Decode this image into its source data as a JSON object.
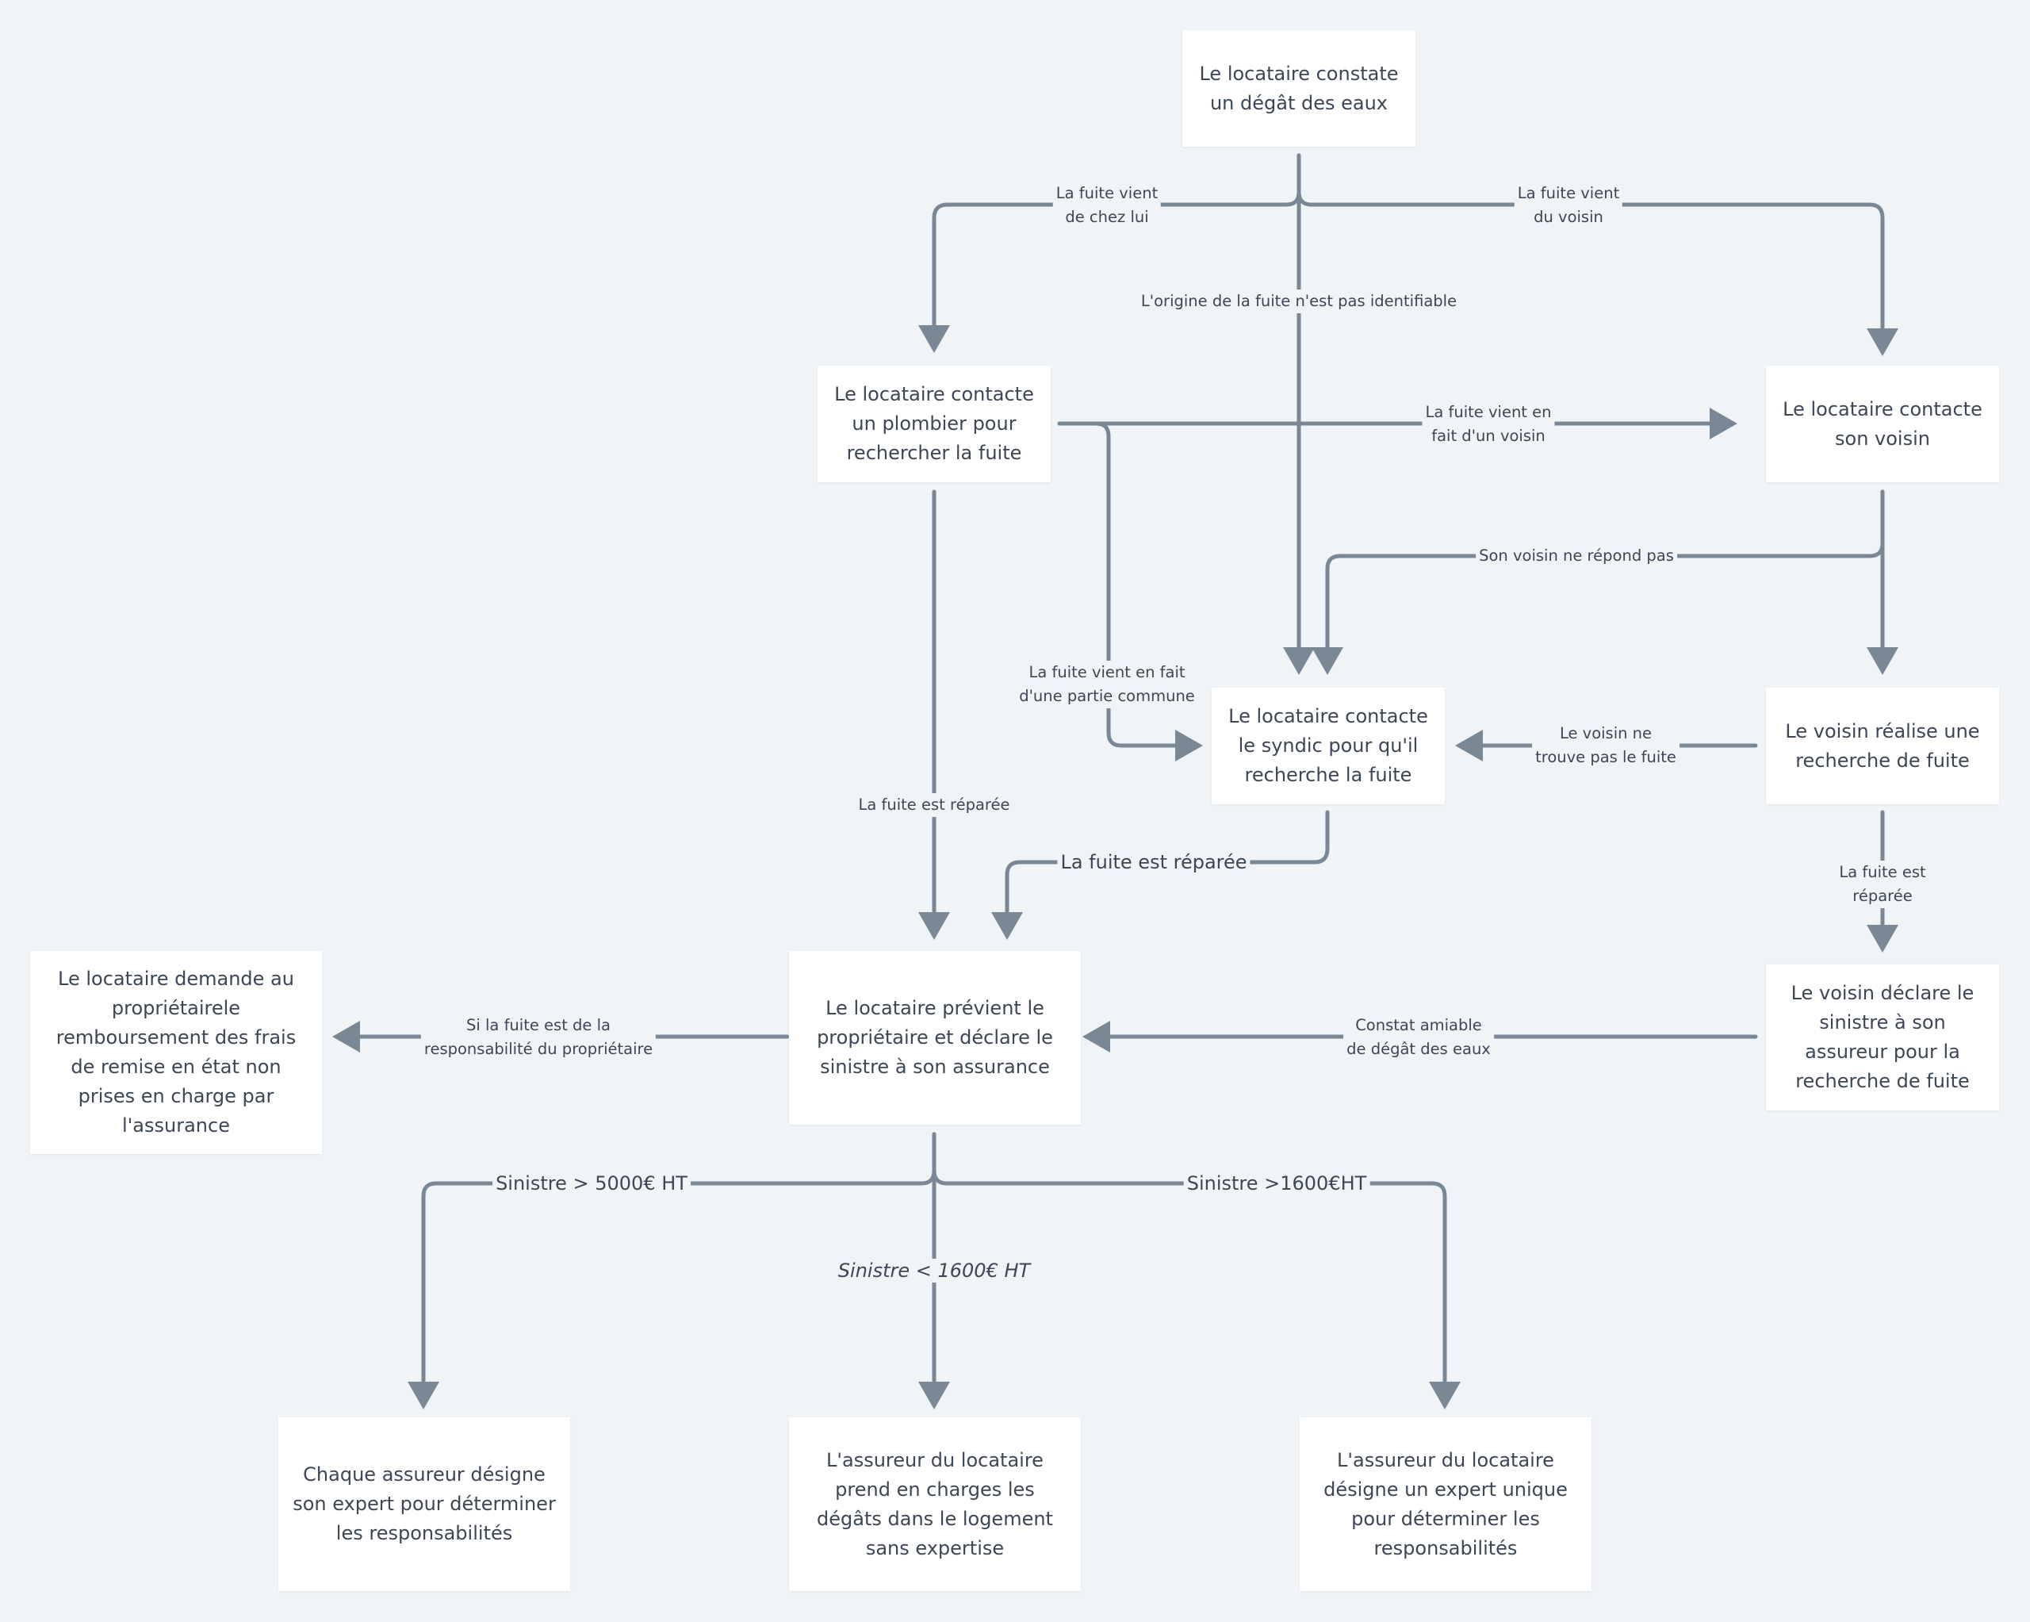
{
  "colors": {
    "background": "#f0f4f7",
    "node": "#ffffff",
    "connector": "#7a8896",
    "text": "#3c4654"
  },
  "nodes": {
    "start": "Le locataire constate\nun dégât des eaux",
    "plombier": "Le locataire contacte\nun plombier pour\nrechercher la fuite",
    "voisin": "Le locataire contacte\nson voisin",
    "syndic": "Le locataire contacte\nle syndic pour qu'il\nrecherche la fuite",
    "voisin_recherche": "Le voisin réalise une\nrecherche de fuite",
    "previent": "Le locataire prévient le\npropriétaire et déclare le\nsinistre à son assurance",
    "rembours": "Le locataire demande au\npropriétairele\nremboursement des frais\nde remise en état non\nprises en charge par\nl'assurance",
    "voisin_declare": "Le voisin déclare le\nsinistre à son\nassureur pour la\nrecherche de fuite",
    "expert_chaque": "Chaque assureur désigne\nson expert pour déterminer\nles responsabilités",
    "sans_expertise": "L'assureur du locataire\nprend en charges les\ndégâts dans le logement\nsans expertise",
    "expert_unique": "L'assureur du locataire\ndésigne un expert unique\npour déterminer les\nresponsabilités"
  },
  "edges": {
    "chez_lui": "La fuite vient\nde chez lui",
    "du_voisin": "La fuite vient\ndu voisin",
    "origine": "L'origine de la fuite n'est pas identifiable",
    "fait_voisin": "La fuite vient en\nfait d'un voisin",
    "ne_repond": "Son voisin ne répond pas",
    "partie_commune": "La fuite vient en fait\nd'une partie commune",
    "ne_trouve": "Le voisin ne\ntrouve pas le fuite",
    "reparee_plombier": "La fuite est réparée",
    "reparee_syndic": "La fuite est réparée",
    "reparee_voisin": "La fuite est réparée",
    "constat": "Constat amiable\nde dégât des eaux",
    "proprietaire": "Si la fuite est de la\nresponsabilité du propriétaire",
    "s5000": "Sinistre > 5000€ HT",
    "s1600lt": "Sinistre < 1600€ HT",
    "s1600gt": "Sinistre >1600€HT"
  }
}
